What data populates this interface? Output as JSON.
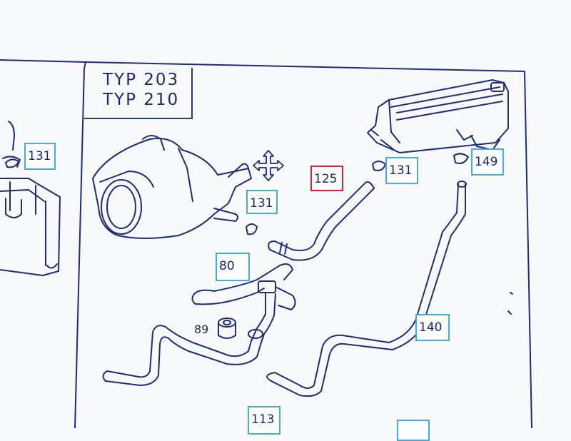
{
  "header": {
    "type_line_1": "TYP 203",
    "type_line_2": "TYP 210"
  },
  "callouts": {
    "c131_left": "131",
    "c131_mid": "131",
    "c131_right": "131",
    "c125": "125",
    "c149": "149",
    "c80": "80",
    "c89": "89",
    "c140": "140",
    "c113": "113",
    "c_bottom_right": ""
  },
  "colors": {
    "outline": "#1f2c78",
    "callout_border": "#4aa9d6",
    "selected_border": "#d4232e"
  },
  "icons": {
    "pan": "move-arrows-icon"
  }
}
